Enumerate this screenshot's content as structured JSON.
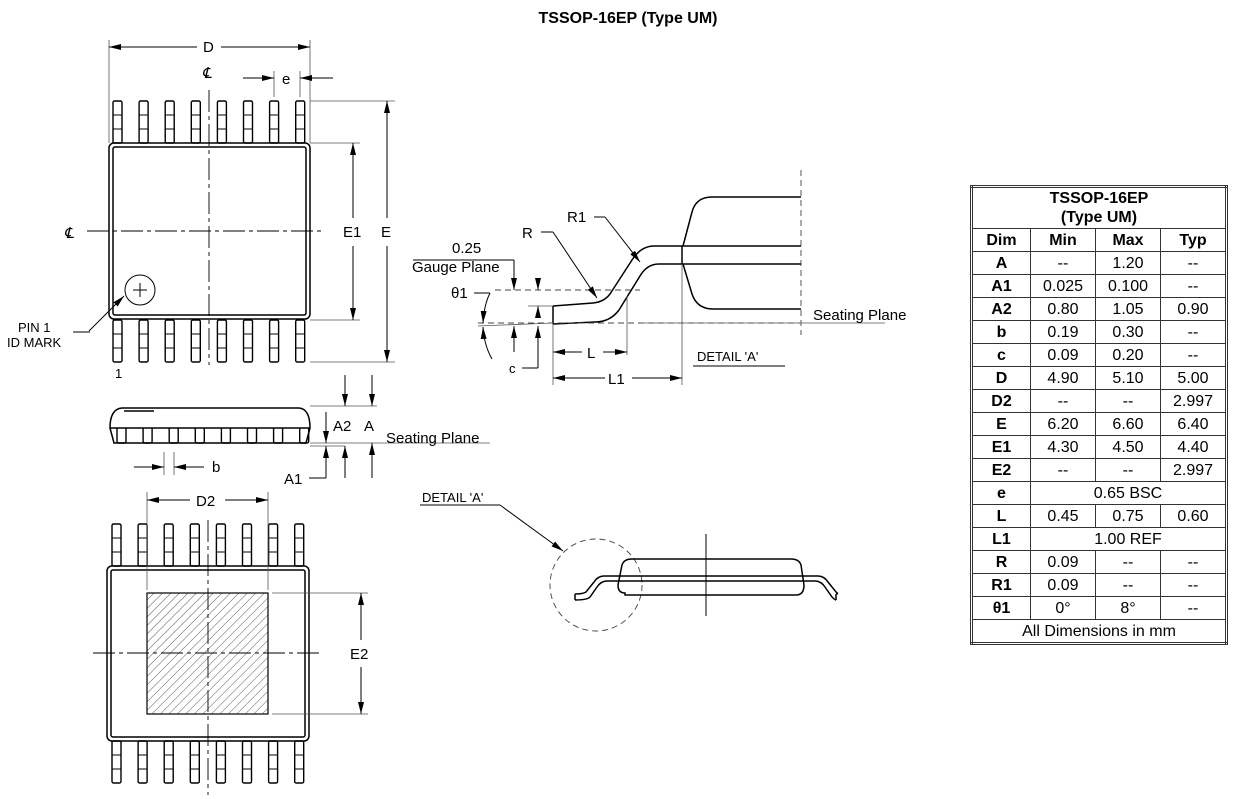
{
  "title": "TSSOP-16EP (Type UM)",
  "drawing": {
    "top_view": {
      "labels": {
        "D": "D",
        "e": "e",
        "E1": "E1",
        "E": "E",
        "centerline": "℄",
        "pin1_line1": "PIN 1",
        "pin1_line2": "ID MARK",
        "pin_number": "1"
      },
      "pins_per_side": 8
    },
    "side_view": {
      "labels": {
        "A2": "A2",
        "A": "A",
        "A1": "A1",
        "b": "b",
        "seating_plane": "Seating Plane"
      }
    },
    "bottom_view": {
      "labels": {
        "D2": "D2",
        "E2": "E2"
      }
    },
    "detail_view": {
      "labels": {
        "R1": "R1",
        "R": "R",
        "gauge_value": "0.25",
        "gauge_plane": "Gauge Plane",
        "theta1": "θ1",
        "c": "c",
        "L": "L",
        "L1": "L1",
        "seating_plane": "Seating Plane",
        "detail": "DETAIL 'A'"
      }
    },
    "profile_view": {
      "labels": {
        "detail": "DETAIL 'A'"
      }
    }
  },
  "table": {
    "caption_line1": "TSSOP-16EP",
    "caption_line2": "(Type UM)",
    "headers": [
      "Dim",
      "Min",
      "Max",
      "Typ"
    ],
    "rows": [
      {
        "dim": "A",
        "min": "--",
        "max": "1.20",
        "typ": "--"
      },
      {
        "dim": "A1",
        "min": "0.025",
        "max": "0.100",
        "typ": "--"
      },
      {
        "dim": "A2",
        "min": "0.80",
        "max": "1.05",
        "typ": "0.90"
      },
      {
        "dim": "b",
        "min": "0.19",
        "max": "0.30",
        "typ": "--"
      },
      {
        "dim": "c",
        "min": "0.09",
        "max": "0.20",
        "typ": "--"
      },
      {
        "dim": "D",
        "min": "4.90",
        "max": "5.10",
        "typ": "5.00"
      },
      {
        "dim": "D2",
        "min": "--",
        "max": "--",
        "typ": "2.997"
      },
      {
        "dim": "E",
        "min": "6.20",
        "max": "6.60",
        "typ": "6.40"
      },
      {
        "dim": "E1",
        "min": "4.30",
        "max": "4.50",
        "typ": "4.40"
      },
      {
        "dim": "E2",
        "min": "--",
        "max": "--",
        "typ": "2.997"
      },
      {
        "dim": "e",
        "span": "0.65 BSC"
      },
      {
        "dim": "L",
        "min": "0.45",
        "max": "0.75",
        "typ": "0.60"
      },
      {
        "dim": "L1",
        "span": "1.00  REF"
      },
      {
        "dim": "R",
        "min": "0.09",
        "max": "--",
        "typ": "--"
      },
      {
        "dim": "R1",
        "min": "0.09",
        "max": "--",
        "typ": "--"
      },
      {
        "dim": "θ1",
        "min": "0°",
        "max": "8°",
        "typ": "--"
      }
    ],
    "footer": "All Dimensions in mm"
  }
}
